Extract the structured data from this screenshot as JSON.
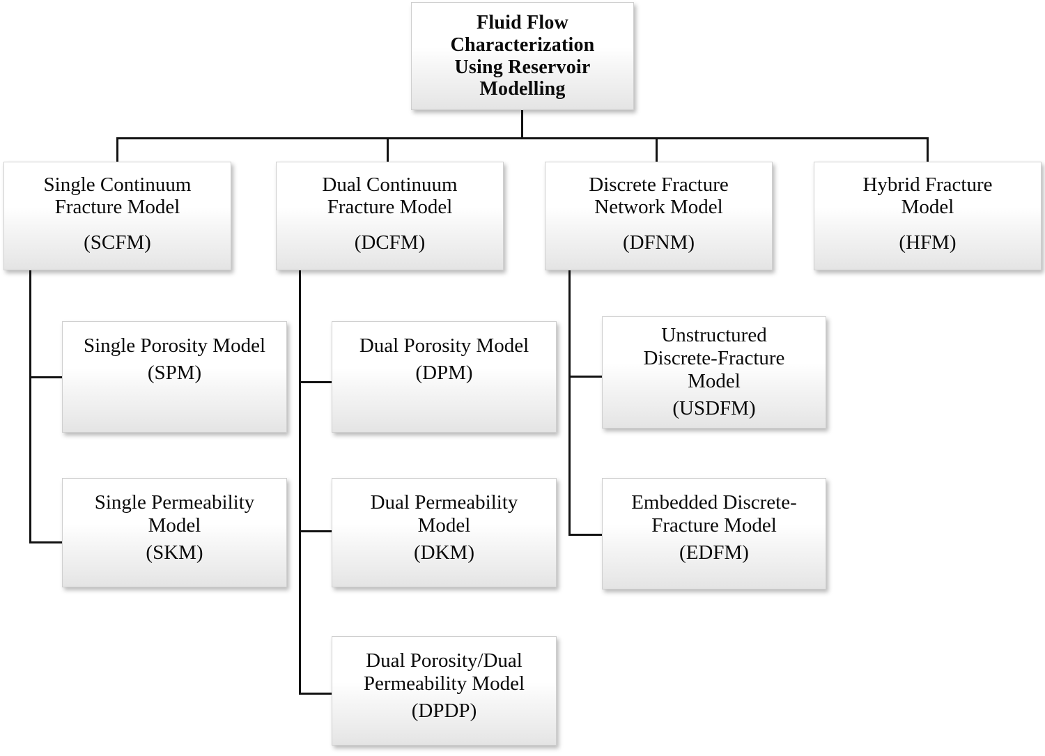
{
  "diagram": {
    "type": "hierarchy-tree",
    "orientation": "top-down",
    "root": {
      "id": "root",
      "title_lines": [
        "Fluid Flow",
        "Characterization",
        "Using Reservoir",
        "Modelling"
      ],
      "acronym": ""
    },
    "level2": [
      {
        "id": "scfm",
        "title_lines": [
          "Single Continuum",
          "Fracture Model"
        ],
        "acronym": "(SCFM)"
      },
      {
        "id": "dcfm",
        "title_lines": [
          "Dual Continuum",
          "Fracture Model"
        ],
        "acronym": "(DCFM)"
      },
      {
        "id": "dfnm",
        "title_lines": [
          "Discrete Fracture",
          "Network Model"
        ],
        "acronym": "(DFNM)"
      },
      {
        "id": "hfm",
        "title_lines": [
          "Hybrid Fracture",
          "Model"
        ],
        "acronym": "(HFM)"
      }
    ],
    "level3": [
      {
        "id": "spm",
        "parent": "scfm",
        "title_lines": [
          "Single Porosity Model"
        ],
        "acronym": "(SPM)"
      },
      {
        "id": "skm",
        "parent": "scfm",
        "title_lines": [
          "Single Permeability",
          "Model"
        ],
        "acronym": "(SKM)"
      },
      {
        "id": "dpm",
        "parent": "dcfm",
        "title_lines": [
          "Dual Porosity Model"
        ],
        "acronym": "(DPM)"
      },
      {
        "id": "dkm",
        "parent": "dcfm",
        "title_lines": [
          "Dual Permeability",
          "Model"
        ],
        "acronym": "(DKM)"
      },
      {
        "id": "dpdp",
        "parent": "dcfm",
        "title_lines": [
          "Dual Porosity/Dual",
          "Permeability  Model"
        ],
        "acronym": "(DPDP)"
      },
      {
        "id": "usdfm",
        "parent": "dfnm",
        "title_lines": [
          "Unstructured",
          "Discrete-Fracture",
          "Model"
        ],
        "acronym": "(USDFM)"
      },
      {
        "id": "edfm",
        "parent": "dfnm",
        "title_lines": [
          "Embedded Discrete-",
          "Fracture Model"
        ],
        "acronym": "(EDFM)"
      }
    ],
    "colors": {
      "line": "#121212",
      "text": "#0a0a0a",
      "box_top": "#ffffff",
      "box_bottom": "#e4e4e4",
      "box_border": "#cfcfcf",
      "background": "#ffffff"
    }
  }
}
